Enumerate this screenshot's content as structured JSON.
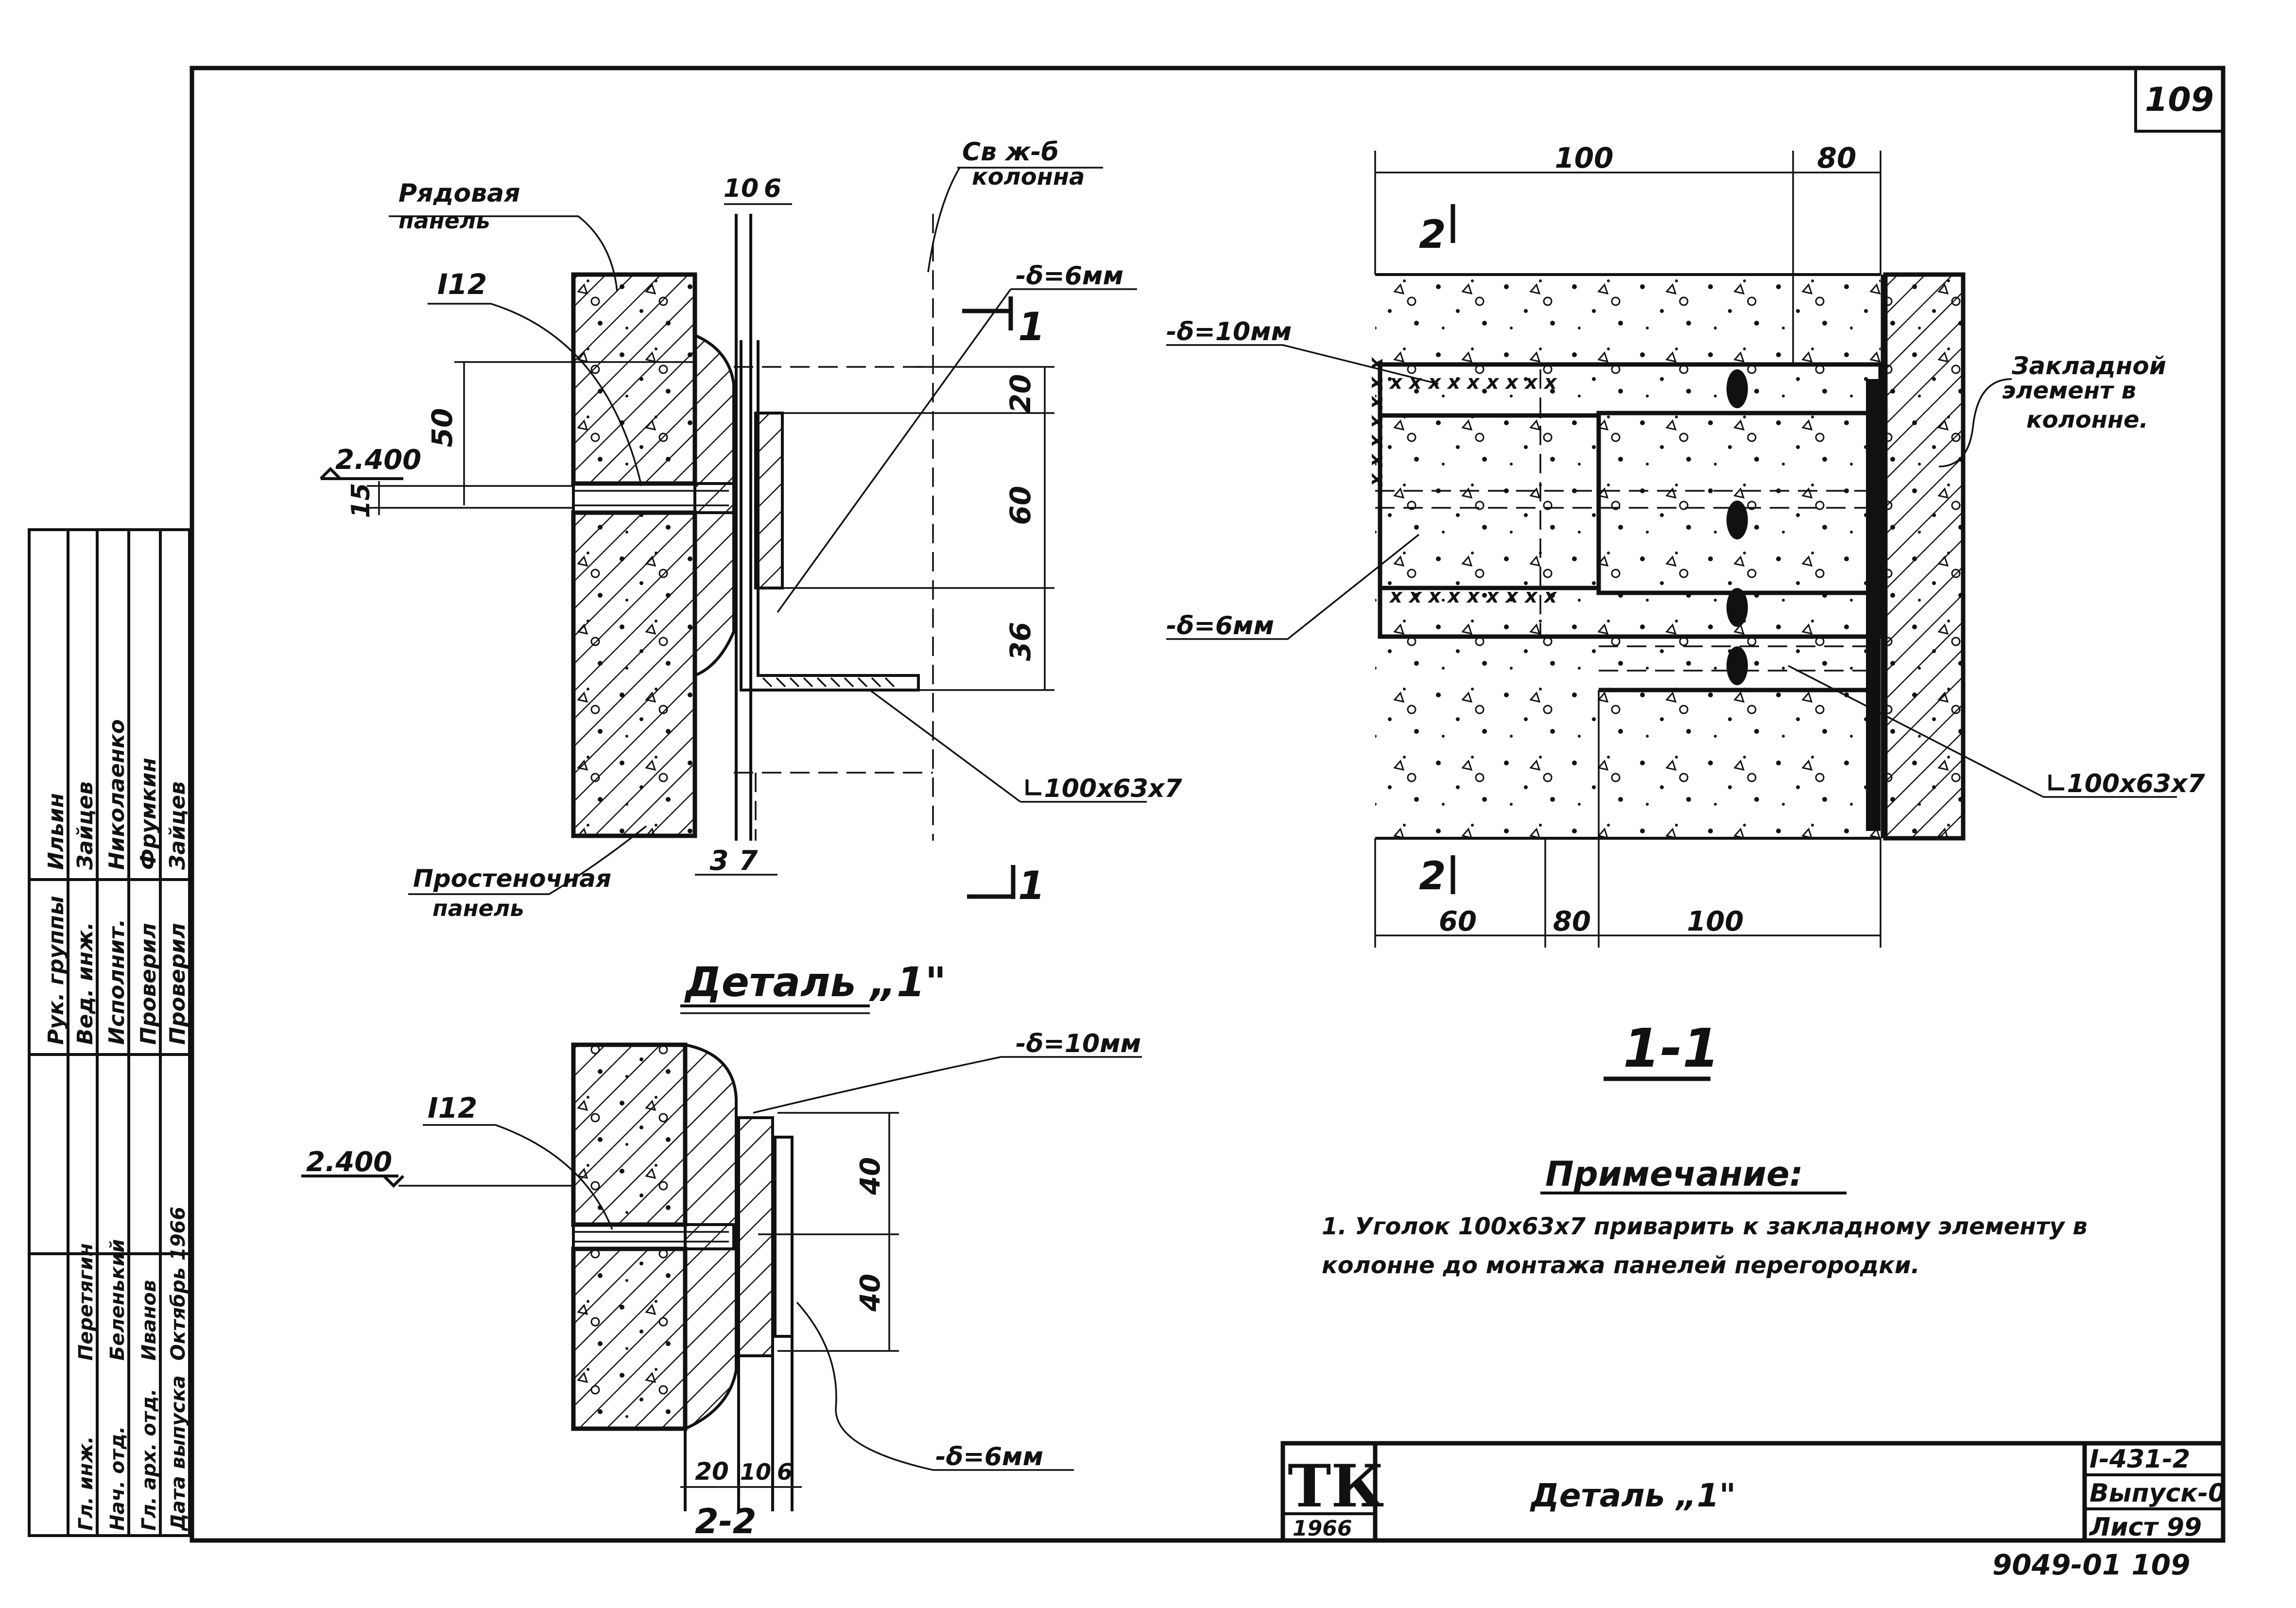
{
  "sheet": {
    "sheet_number": "109",
    "archive_number": "9049-01  109"
  },
  "detail_1": {
    "labels": {
      "wall_panel": [
        "Рядовая",
        "панель"
      ],
      "column": [
        "Св ж-б",
        "колонна"
      ],
      "beam": "I12",
      "plate_6": "-δ=6мм",
      "angle": "∟100x63x7",
      "partition_panel": [
        "Простеночная",
        "панель"
      ]
    },
    "dims": {
      "top_10": "10",
      "top_6": "6",
      "d20": "20",
      "d60": "60",
      "d36": "36",
      "d50": "50",
      "d15": "15",
      "b3": "3",
      "b7": "7",
      "level": "2.400"
    },
    "section_marks": [
      "1",
      "1"
    ],
    "title": "Деталь „1\""
  },
  "section_22": {
    "labels": {
      "beam": "I12",
      "plate_10": "-δ=10мм",
      "plate_6": "-δ=6мм"
    },
    "dims": {
      "d40a": "40",
      "d40b": "40",
      "b20": "20",
      "b10": "10",
      "b6": "6",
      "level": "2.400"
    },
    "title": "2-2"
  },
  "section_11": {
    "labels": {
      "plate_10": "-δ=10мм",
      "plate_6": "-δ=6мм",
      "embedded": [
        "Закладной",
        "элемент в",
        "колонне."
      ],
      "angle": "∟100x63x7"
    },
    "dims": {
      "top_100": "100",
      "top_80": "80",
      "bot_60": "60",
      "bot_80": "80",
      "bot_100": "100"
    },
    "section_marks": [
      "2",
      "2"
    ],
    "title": "1-1"
  },
  "notes": {
    "heading": "Примечание:",
    "lines": [
      "1. Уголок 100x63x7 приварить к закладному элементу в",
      "колонне до монтажа панелей перегородки."
    ]
  },
  "title_block": {
    "logo": "ТК",
    "year": "1966",
    "drawing_title": "Деталь „1\"",
    "series": "I-431-2",
    "issue": "Выпуск-0",
    "sheet": "Лист 99"
  },
  "stamp": {
    "rows": [
      [
        "Рук. группы",
        "Ильин"
      ],
      [
        "Вед. инж.",
        "Зайцев"
      ],
      [
        "Исполнит.",
        "Николаенко"
      ],
      [
        "Проверил",
        "Фрумкин"
      ],
      [
        "Проверил",
        "Зайцев"
      ]
    ],
    "left_rows": [
      [
        "Гл. инж.",
        "Перетягин"
      ],
      [
        "Нач. отд.",
        "Беленький"
      ],
      [
        "Гл. арх. отд.",
        "Иванов"
      ],
      [
        "Дата выпуска",
        "Октябрь 1966"
      ]
    ]
  }
}
